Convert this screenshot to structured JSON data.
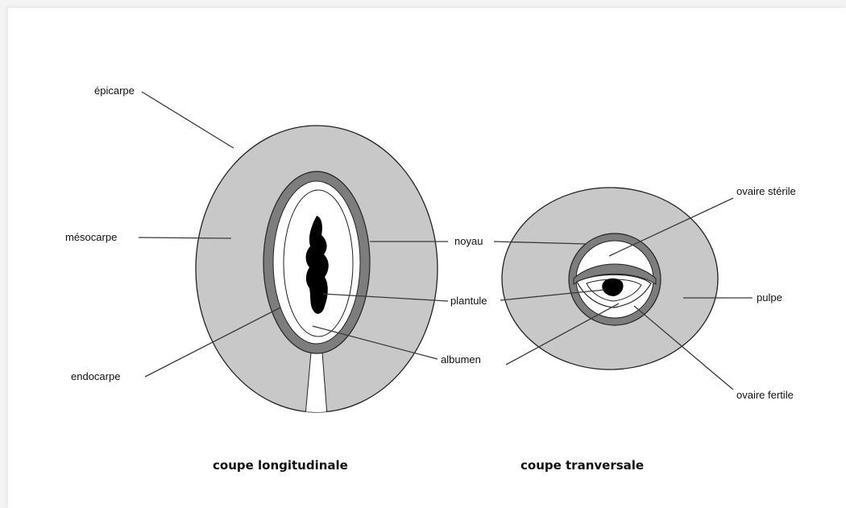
{
  "diagram": {
    "colors": {
      "flesh": "#c8c8c8",
      "stone": "#7d7d7d",
      "seed": "#000000",
      "outline": "#222222",
      "background": "#ffffff"
    },
    "labels": {
      "epicarpe": "épicarpe",
      "mesocarpe": "mésocarpe",
      "endocarpe": "endocarpe",
      "noyau": "noyau",
      "plantule": "plantule",
      "albumen": "albumen",
      "ovaire_sterile": "ovaire stérile",
      "pulpe": "pulpe",
      "ovaire_fertile": "ovaire fertile"
    },
    "captions": {
      "longitudinal": "coupe longitudinale",
      "transversal": "coupe tranversale"
    }
  }
}
